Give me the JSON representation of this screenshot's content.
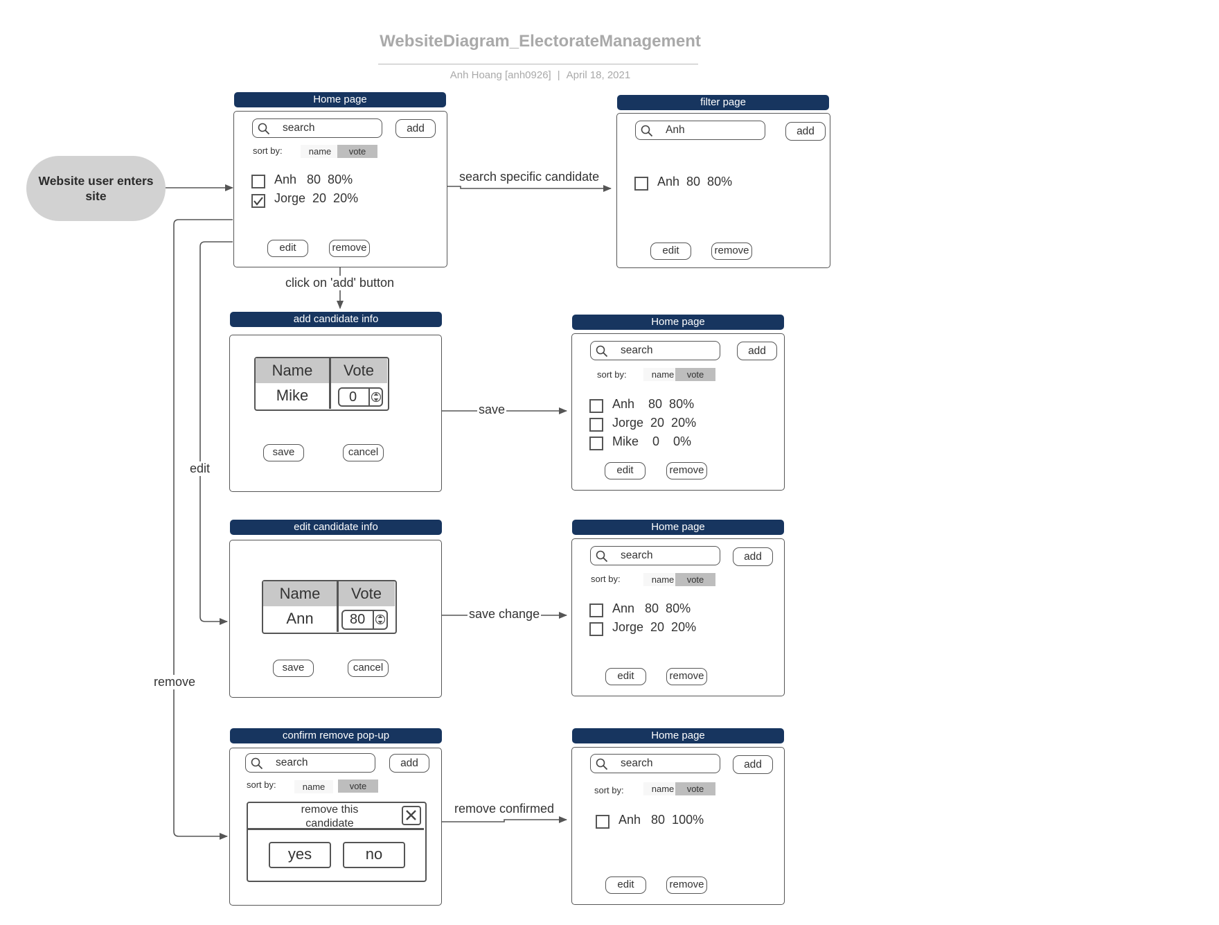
{
  "diagram": {
    "title": "WebsiteDiagram_ElectorateManagement",
    "author": "Anh Hoang [anh0926]",
    "separator": "|",
    "date": "April 18, 2021"
  },
  "start_node": {
    "label": "Website user enters site"
  },
  "edges": {
    "search_specific": "search specific candidate",
    "click_add": "click on 'add' button",
    "save": "save",
    "save_change": "save change",
    "remove_confirmed": "remove confirmed",
    "edit": "edit",
    "remove": "remove"
  },
  "home1": {
    "header": "Home page",
    "search_placeholder": "search",
    "add_label": "add",
    "sort_by": "sort by:",
    "sort_name": "name",
    "sort_vote": "vote",
    "rows": [
      {
        "text": "Anh   80  80%",
        "checked": false
      },
      {
        "text": "Jorge  20  20%",
        "checked": true
      }
    ],
    "edit_label": "edit",
    "remove_label": "remove"
  },
  "filter": {
    "header": "filter page",
    "search_value": "Anh",
    "add_label": "add",
    "rows": [
      {
        "text": "Anh  80  80%",
        "checked": false
      }
    ],
    "edit_label": "edit",
    "remove_label": "remove"
  },
  "add_form": {
    "header": "add candidate info",
    "col_name": "Name",
    "col_vote": "Vote",
    "name_value": "Mike",
    "vote_value": "0",
    "save_label": "save",
    "cancel_label": "cancel"
  },
  "home2": {
    "header": "Home page",
    "search_placeholder": "search",
    "add_label": "add",
    "sort_by": "sort by:",
    "sort_name": "name",
    "sort_vote": "vote",
    "rows": [
      {
        "text": "Anh    80  80%",
        "checked": false
      },
      {
        "text": "Jorge  20  20%",
        "checked": false
      },
      {
        "text": "Mike    0    0%",
        "checked": false
      }
    ],
    "edit_label": "edit",
    "remove_label": "remove"
  },
  "edit_form": {
    "header": "edit candidate info",
    "col_name": "Name",
    "col_vote": "Vote",
    "name_value": "Ann",
    "vote_value": "80",
    "save_label": "save",
    "cancel_label": "cancel"
  },
  "home3": {
    "header": "Home page",
    "search_placeholder": "search",
    "add_label": "add",
    "sort_by": "sort by:",
    "sort_name": "name",
    "sort_vote": "vote",
    "rows": [
      {
        "text": "Ann   80  80%",
        "checked": false
      },
      {
        "text": "Jorge  20  20%",
        "checked": false
      }
    ],
    "edit_label": "edit",
    "remove_label": "remove"
  },
  "confirm": {
    "header": "confirm remove pop-up",
    "search_placeholder": "search",
    "add_label": "add",
    "sort_by": "sort by:",
    "sort_name": "name",
    "sort_vote": "vote",
    "popup_line1": "remove this",
    "popup_line2": "candidate",
    "yes_label": "yes",
    "no_label": "no"
  },
  "home4": {
    "header": "Home page",
    "search_placeholder": "search",
    "add_label": "add",
    "sort_by": "sort by:",
    "sort_name": "name",
    "sort_vote": "vote",
    "rows": [
      {
        "text": "Anh   80  100%",
        "checked": false
      }
    ],
    "edit_label": "edit",
    "remove_label": "remove"
  },
  "colors": {
    "header_navy": "#17355f",
    "line": "#555555",
    "sort_active": "#bdbdbd",
    "start_node": "#d2d2d2"
  }
}
